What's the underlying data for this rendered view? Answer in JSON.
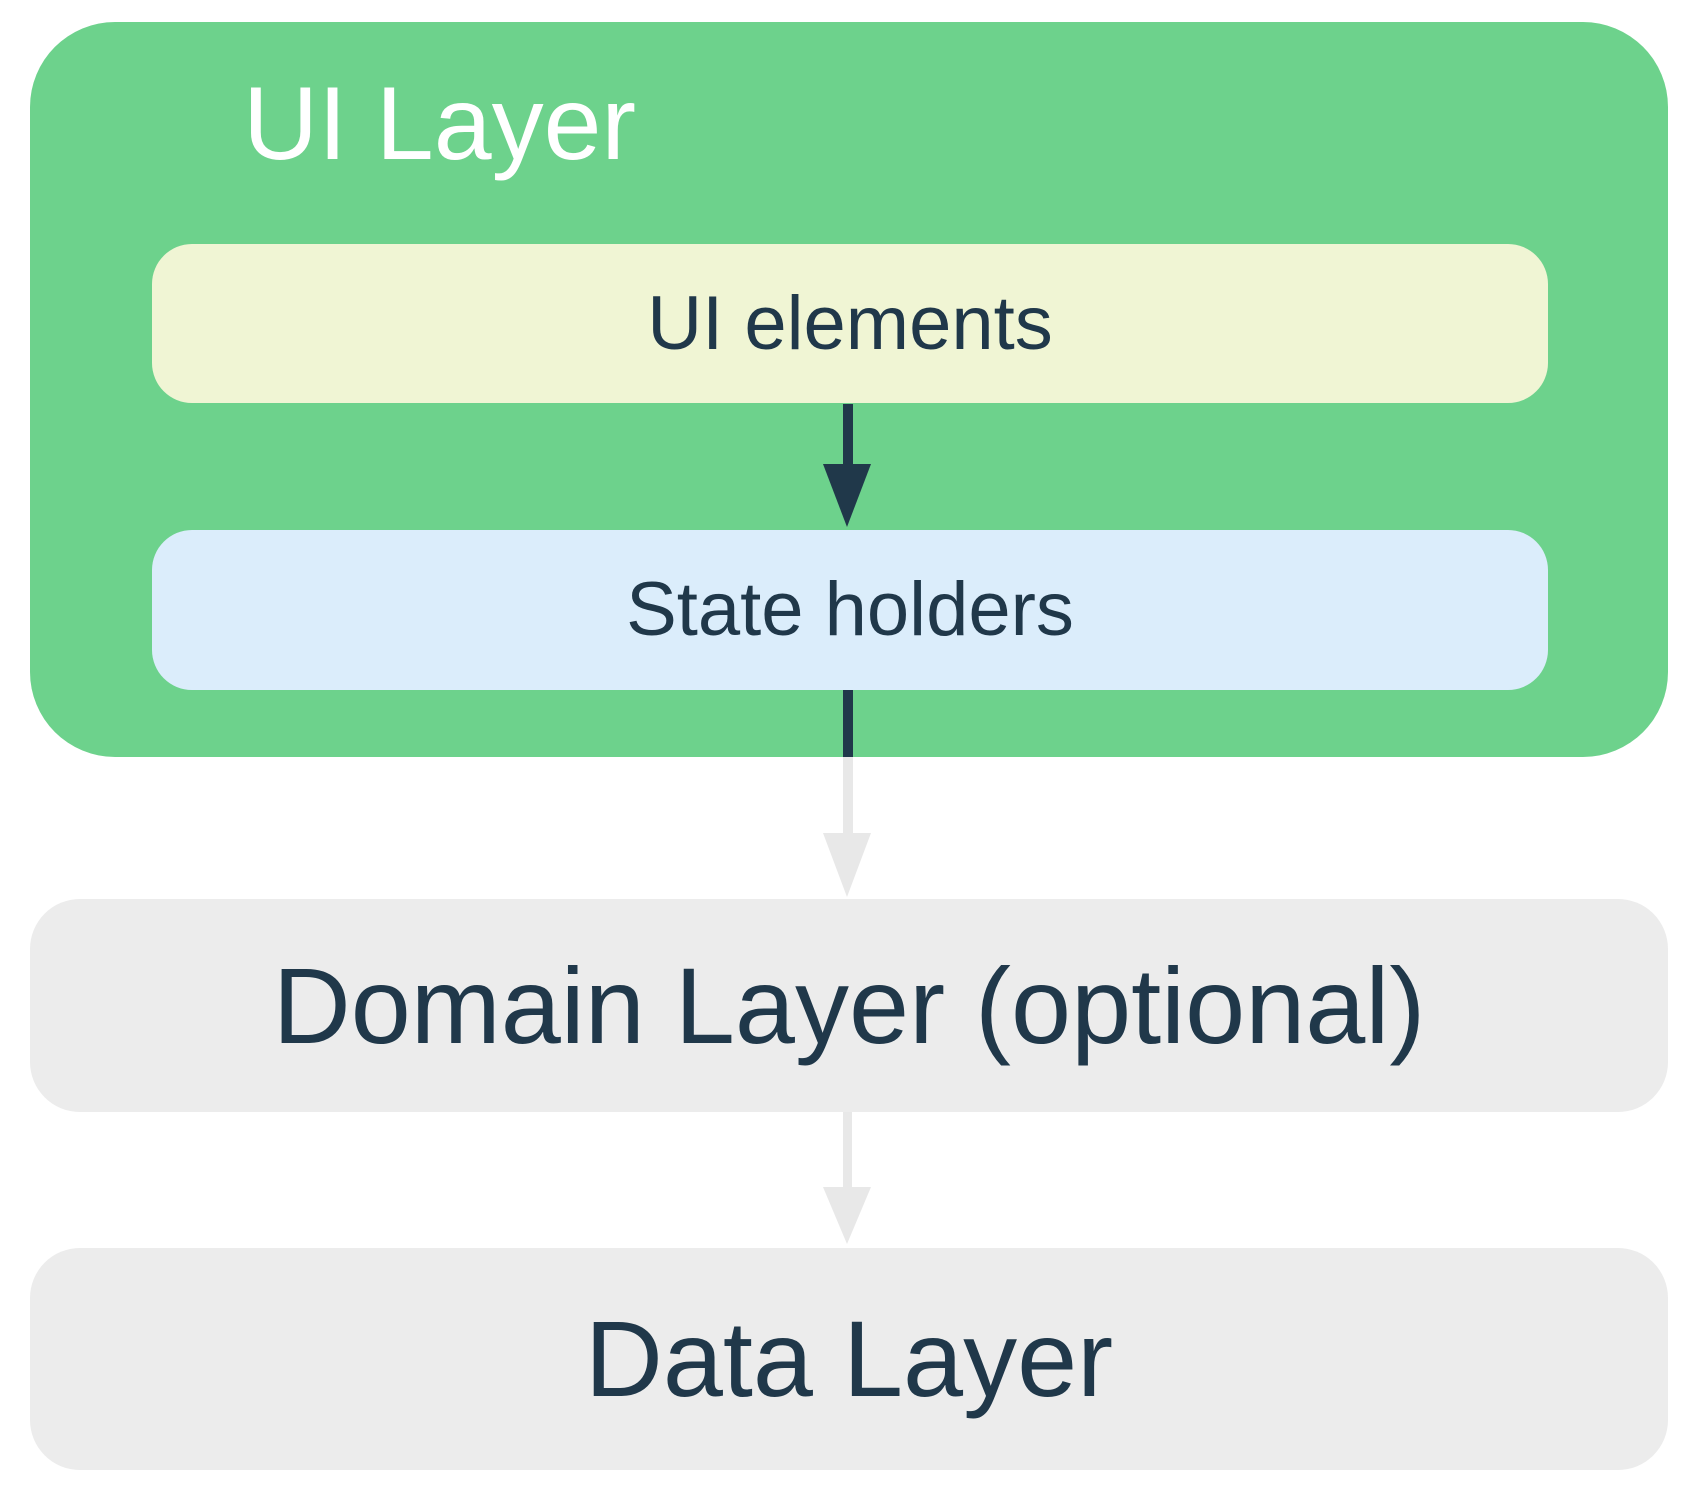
{
  "diagram": {
    "title": "UI Layer",
    "boxes": {
      "ui_elements": "UI elements",
      "state_holders": "State holders",
      "domain_layer": "Domain Layer (optional)",
      "data_layer": "Data Layer"
    },
    "colors": {
      "ui_layer_bg": "#6dd28c",
      "ui_elements_bg": "#f0f5d4",
      "state_holders_bg": "#dbedfb",
      "layer_box_bg": "#ececec",
      "title_text": "#ffffff",
      "text_dark": "#20384a",
      "arrow_dark": "#20384a",
      "arrow_light": "#e8e8e8"
    }
  }
}
